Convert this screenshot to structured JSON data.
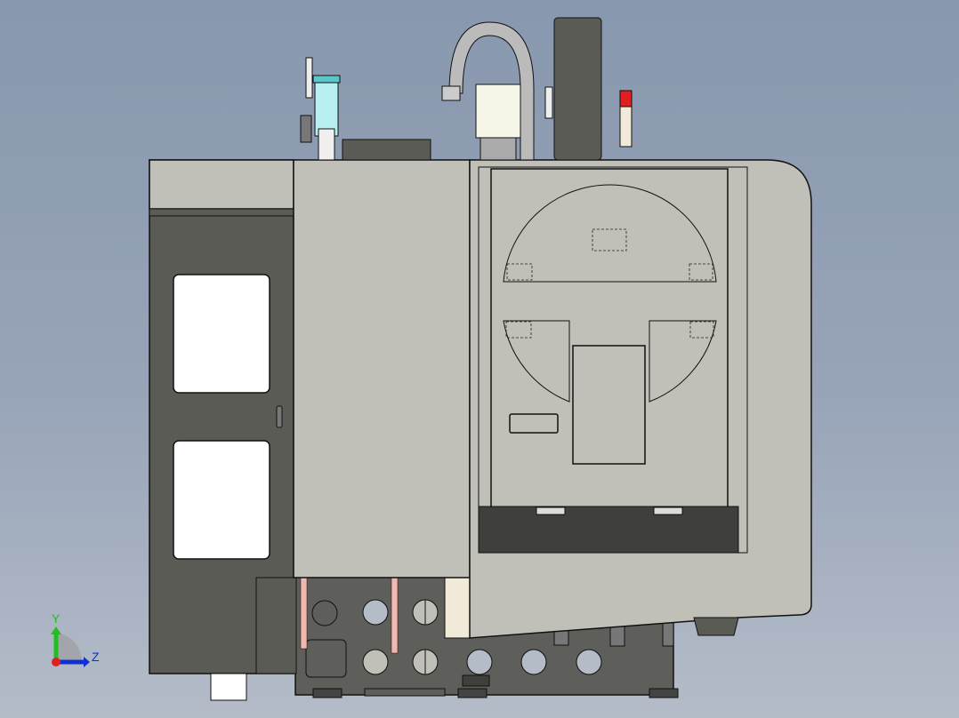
{
  "app": {
    "view": "CAD model viewport",
    "orientation": "side view"
  },
  "viewport": {
    "background_top": "#8898ae",
    "background_bottom": "#b4bcc8",
    "model": {
      "name": "machine enclosure",
      "colors": {
        "panel_light": "#c0c0b8",
        "panel_dark": "#5a5b55",
        "base_dark": "#5e5f5a",
        "outline": "#111111",
        "window": "#ffffff",
        "cylinder_glass": "#b8f0f0",
        "pink_strip": "#f0b8b0",
        "cream_panel": "#f2ead8",
        "light_red": "#e02020"
      }
    }
  },
  "triad": {
    "y_label": "Y",
    "z_label": "Z",
    "y_color": "#20c020",
    "z_color": "#1030d0",
    "x_color": "#e02020"
  }
}
